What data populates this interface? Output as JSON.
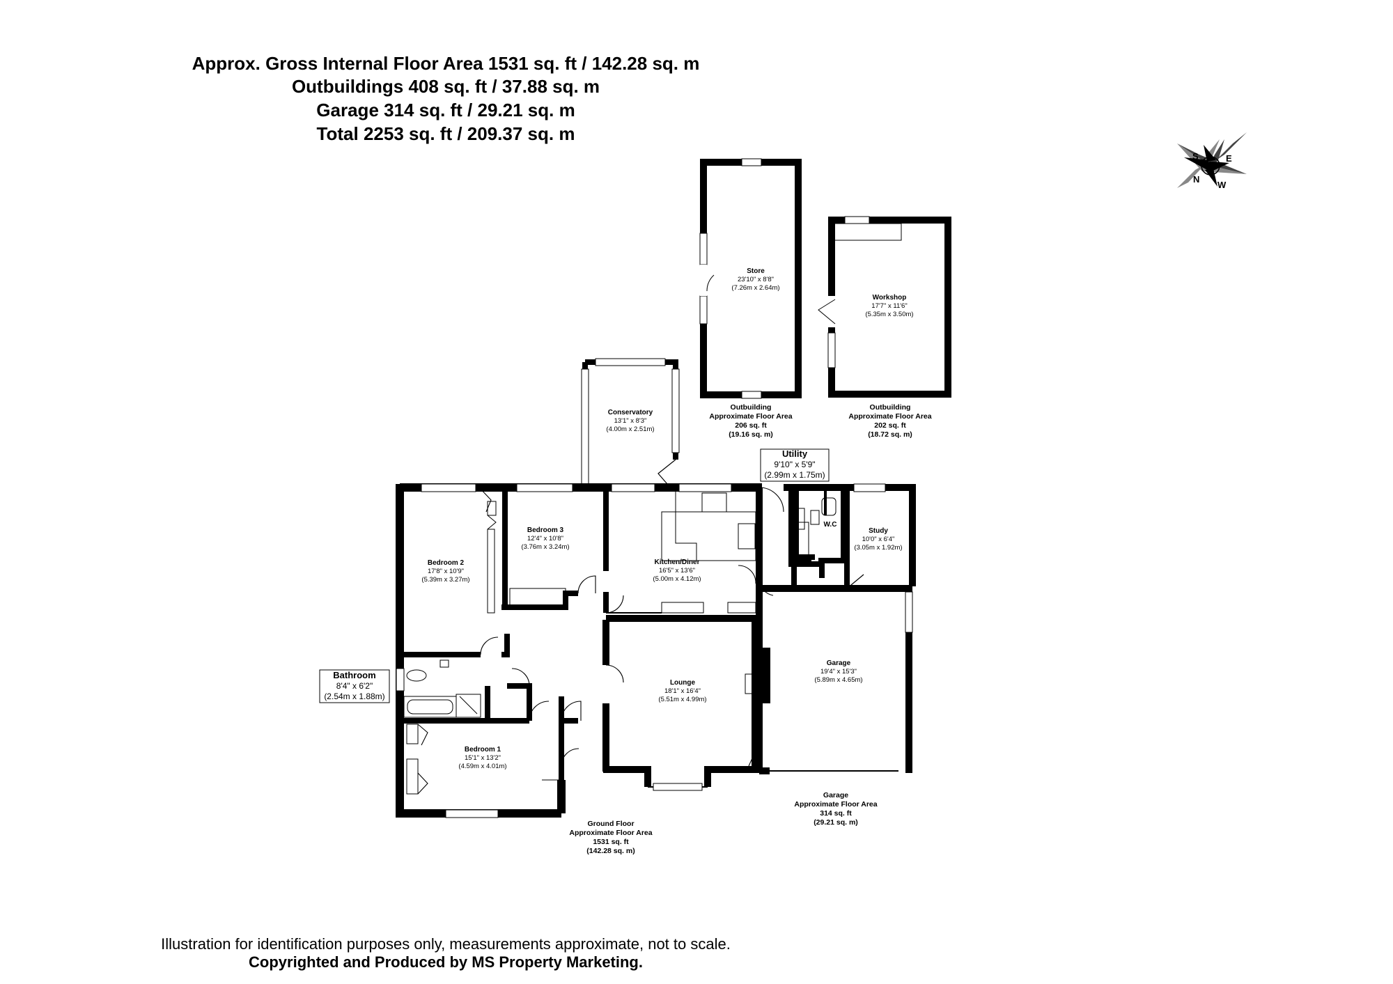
{
  "header": {
    "line1": "Approx. Gross Internal Floor Area 1531 sq. ft / 142.28 sq. m",
    "line2": "Outbuildings 408 sq. ft / 37.88 sq. m",
    "line3": "Garage 314 sq. ft / 29.21 sq. m",
    "line4": "Total 2253 sq. ft / 209.37 sq. m"
  },
  "compass": {
    "labels": [
      "S",
      "E",
      "N",
      "W"
    ]
  },
  "rooms": {
    "store": {
      "name": "Store",
      "imperial": "23'10\" x 8'8\"",
      "metric": "(7.26m x 2.64m)"
    },
    "workshop": {
      "name": "Workshop",
      "imperial": "17'7\" x 11'6\"",
      "metric": "(5.35m x 3.50m)"
    },
    "conservatory": {
      "name": "Conservatory",
      "imperial": "13'1\" x 8'3\"",
      "metric": "(4.00m x 2.51m)"
    },
    "utility": {
      "name": "Utility",
      "imperial": "9'10\" x 5'9\"",
      "metric": "(2.99m x 1.75m)"
    },
    "bedroom3": {
      "name": "Bedroom 3",
      "imperial": "12'4\" x 10'8\"",
      "metric": "(3.76m x 3.24m)"
    },
    "bedroom2": {
      "name": "Bedroom 2",
      "imperial": "17'8\" x 10'9\"",
      "metric": "(5.39m x 3.27m)"
    },
    "kitchen": {
      "name": "Kitchen/Diner",
      "imperial": "16'5\" x 13'6\"",
      "metric": "(5.00m x 4.12m)"
    },
    "wc": {
      "name": "W.C"
    },
    "study": {
      "name": "Study",
      "imperial": "10'0\" x 6'4\"",
      "metric": "(3.05m x 1.92m)"
    },
    "garage": {
      "name": "Garage",
      "imperial": "19'4\" x 15'3\"",
      "metric": "(5.89m x 4.65m)"
    },
    "lounge": {
      "name": "Lounge",
      "imperial": "18'1\" x 16'4\"",
      "metric": "(5.51m x 4.99m)"
    },
    "bathroom": {
      "name": "Bathroom",
      "imperial": "8'4\" x 6'2\"",
      "metric": "(2.54m x 1.88m)"
    },
    "bedroom1": {
      "name": "Bedroom 1",
      "imperial": "15'1\" x 13'2\"",
      "metric": "(4.59m x  4.01m)"
    }
  },
  "captions": {
    "store_outbuilding": [
      "Outbuilding",
      "Approximate Floor Area",
      "206 sq. ft",
      "(19.16 sq. m)"
    ],
    "workshop_outbuilding": [
      "Outbuilding",
      "Approximate Floor Area",
      "202 sq. ft",
      "(18.72 sq. m)"
    ],
    "ground_floor": [
      "Ground Floor",
      "Approximate Floor Area",
      "1531 sq. ft",
      "(142.28 sq. m)"
    ],
    "garage": [
      "Garage",
      "Approximate Floor Area",
      "314 sq. ft",
      "(29.21 sq. m)"
    ]
  },
  "footer": {
    "line1": "Illustration for identification purposes only, measurements approximate, not to scale.",
    "line2": "Copyrighted  and Produced by MS Property Marketing."
  }
}
